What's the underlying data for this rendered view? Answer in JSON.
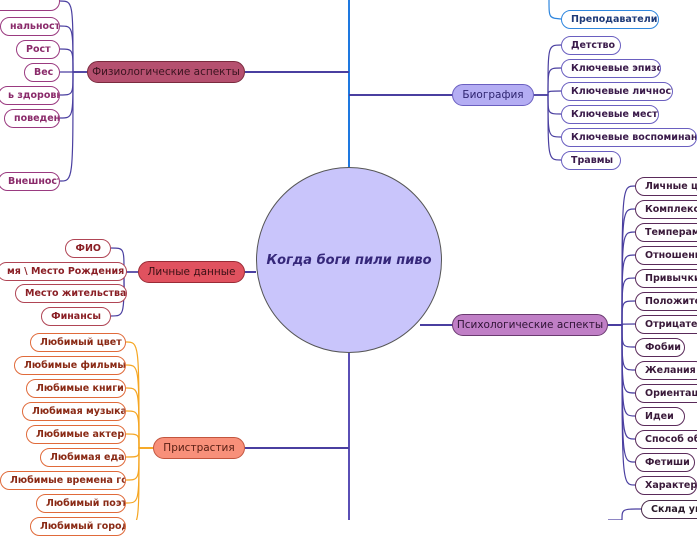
{
  "center": {
    "title": "Когда боги пили пиво"
  },
  "branches": {
    "physiology": {
      "label": "Физиологические аспекты",
      "children": [
        "",
        "нальность",
        "Рост",
        "Вес",
        "ь здоровья",
        "поведения",
        "Внешность"
      ]
    },
    "personal": {
      "label": "Личные данные",
      "children": [
        "ФИО",
        "мя \\ Место Рождения",
        "Место жительства",
        "Финансы"
      ]
    },
    "passions": {
      "label": "Пристрастия",
      "children": [
        "Любимый цвет",
        "Любимые фильмы",
        "Любимые книги",
        "Любимая музыка",
        "Любимые актеры",
        "Любимая еда",
        "Любимые времена года",
        "Любимый поэт",
        "Любимый город"
      ]
    },
    "teachers": {
      "children": [
        "Преподаватели"
      ]
    },
    "biography": {
      "label": "Биография",
      "children": [
        "Детство",
        "Ключевые эпизоды",
        "Ключевые личности",
        "Ключевые места",
        "Ключевые воспоминания",
        "Травмы"
      ]
    },
    "psychology": {
      "label": "Психологические аспекты",
      "children": [
        "Личные цели",
        "Комплексы",
        "Темперамент",
        "Отношения",
        "Привычки",
        "Положительные",
        "Отрицательные",
        "Фобии",
        "Желания",
        "Ориентация",
        "Идеи",
        "Способ общения",
        "Фетиши",
        "Характер"
      ]
    },
    "mind": {
      "children": [
        "Склад ума"
      ]
    }
  },
  "colors": {
    "center_fill": "#c9c5fb",
    "physiology": "#b5506f",
    "personal": "#e0525f",
    "passions": "#f8907a",
    "biography": "#b4adf3",
    "psychology": "#c07fc6",
    "link_main": "#4a3fa0",
    "link_passions": "#f5a623",
    "link_teachers": "#2e86de"
  }
}
